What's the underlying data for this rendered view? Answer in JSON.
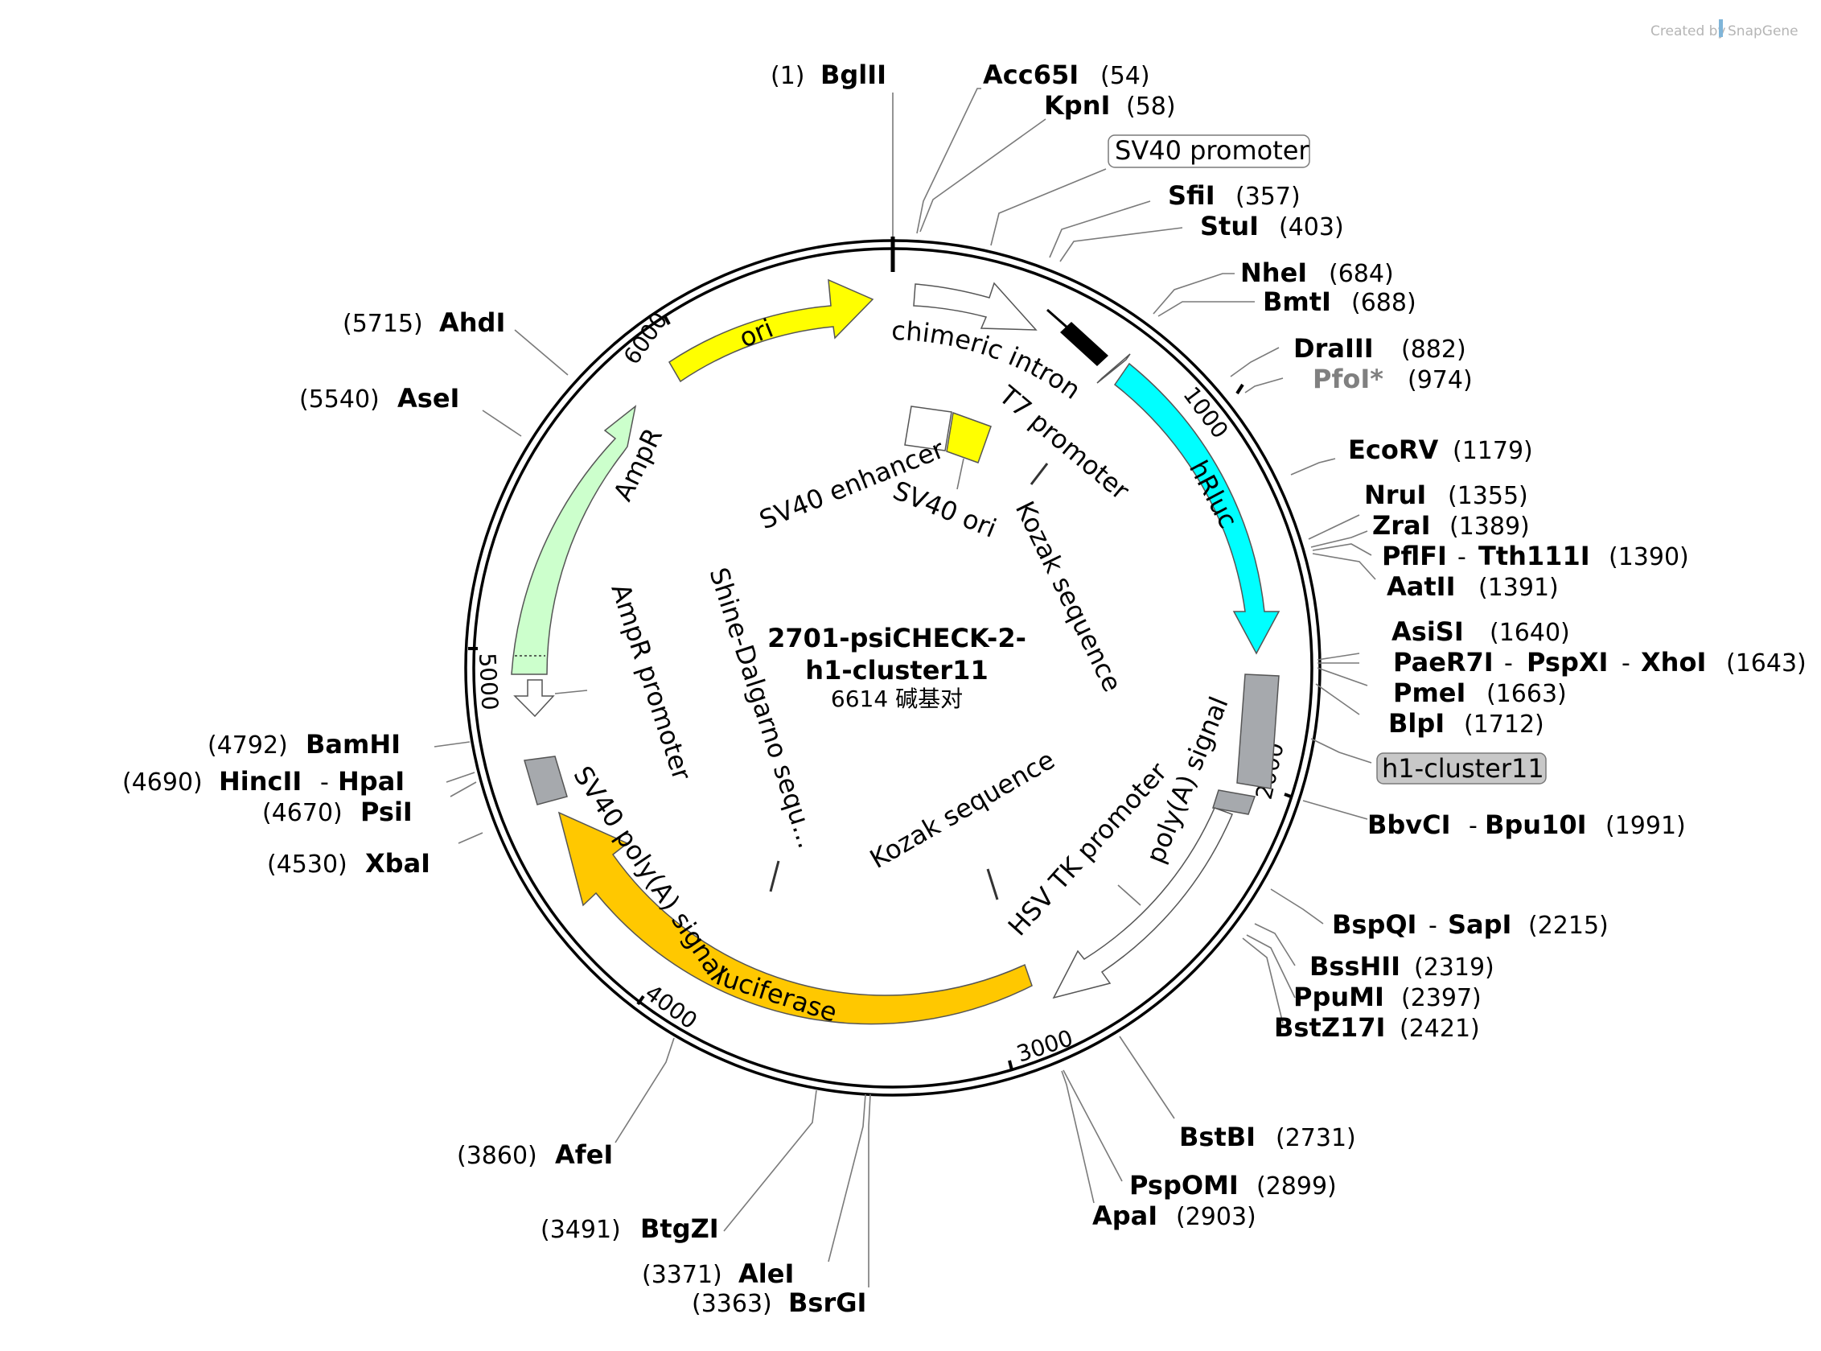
{
  "map": {
    "name_line1": "2701-psiCHECK-2-",
    "name_line2": "h1-cluster11",
    "size_label": "6614 碱基对",
    "total_bp": 6614
  },
  "watermark": {
    "created_by": "Created by",
    "brand": "SnapGene"
  },
  "ticks": [
    {
      "id": "tick-1000",
      "label": "1000"
    },
    {
      "id": "tick-2000",
      "label": "2000"
    },
    {
      "id": "tick-3000",
      "label": "3000"
    },
    {
      "id": "tick-4000",
      "label": "4000"
    },
    {
      "id": "tick-5000",
      "label": "5000"
    },
    {
      "id": "tick-6000",
      "label": "6000"
    }
  ],
  "features": {
    "ori": "ori",
    "chimeric_intron": "chimeric intron",
    "t7_promoter": "T7 promoter",
    "hrluc": "hRluc",
    "sv40_enhancer": "SV40 enhancer",
    "sv40_ori": "SV40 ori",
    "kozak_1": "Kozak sequence",
    "kozak_2": "Kozak sequence",
    "shine_dalgarno": "Shine-Dalgarno sequ...",
    "ampr": "AmpR",
    "ampr_promoter": "AmpR promoter",
    "sv40_polya": "SV40 poly(A) signal",
    "luciferase": "luciferase",
    "hsv_tk_promoter": "HSV TK promoter",
    "hsv_polya": "poly(A) signal"
  },
  "boxed_labels": {
    "sv40_promoter": "SV40 promoter",
    "h1_cluster11": "h1-cluster11"
  },
  "sites": [
    {
      "id": "bglII",
      "enzymes": [
        "BglII"
      ],
      "pos": "(1)"
    },
    {
      "id": "acc65I",
      "enzymes": [
        "Acc65I"
      ],
      "pos": "(54)"
    },
    {
      "id": "kpnI",
      "enzymes": [
        "KpnI"
      ],
      "pos": "(58)"
    },
    {
      "id": "sfiI",
      "enzymes": [
        "SfiI"
      ],
      "pos": "(357)"
    },
    {
      "id": "stuI",
      "enzymes": [
        "StuI"
      ],
      "pos": "(403)"
    },
    {
      "id": "nheI",
      "enzymes": [
        "NheI"
      ],
      "pos": "(684)"
    },
    {
      "id": "bmtI",
      "enzymes": [
        "BmtI"
      ],
      "pos": "(688)"
    },
    {
      "id": "draIII",
      "enzymes": [
        "DraIII"
      ],
      "pos": "(882)"
    },
    {
      "id": "pfoI",
      "enzymes": [
        "PfoI*"
      ],
      "pos": "(974)"
    },
    {
      "id": "ecoRV",
      "enzymes": [
        "EcoRV"
      ],
      "pos": "(1179)"
    },
    {
      "id": "nruI",
      "enzymes": [
        "NruI"
      ],
      "pos": "(1355)"
    },
    {
      "id": "zraI",
      "enzymes": [
        "ZraI"
      ],
      "pos": "(1389)"
    },
    {
      "id": "pflFI",
      "enzymes": [
        "PflFI",
        "Tth111I"
      ],
      "pos": "(1390)"
    },
    {
      "id": "aatII",
      "enzymes": [
        "AatII"
      ],
      "pos": "(1391)"
    },
    {
      "id": "asiSI",
      "enzymes": [
        "AsiSI"
      ],
      "pos": "(1640)"
    },
    {
      "id": "paeR7I",
      "enzymes": [
        "PaeR7I",
        "PspXI",
        "XhoI"
      ],
      "pos": "(1643)"
    },
    {
      "id": "pmeI",
      "enzymes": [
        "PmeI"
      ],
      "pos": "(1663)"
    },
    {
      "id": "blpI",
      "enzymes": [
        "BlpI"
      ],
      "pos": "(1712)"
    },
    {
      "id": "bbvCI",
      "enzymes": [
        "BbvCI",
        "Bpu10I"
      ],
      "pos": "(1991)"
    },
    {
      "id": "bspQI",
      "enzymes": [
        "BspQI",
        "SapI"
      ],
      "pos": "(2215)"
    },
    {
      "id": "bssHII",
      "enzymes": [
        "BssHII"
      ],
      "pos": "(2319)"
    },
    {
      "id": "ppuMI",
      "enzymes": [
        "PpuMI"
      ],
      "pos": "(2397)"
    },
    {
      "id": "bstZ17I",
      "enzymes": [
        "BstZ17I"
      ],
      "pos": "(2421)"
    },
    {
      "id": "bstBI",
      "enzymes": [
        "BstBI"
      ],
      "pos": "(2731)"
    },
    {
      "id": "pspOMI",
      "enzymes": [
        "PspOMI"
      ],
      "pos": "(2899)"
    },
    {
      "id": "apaI",
      "enzymes": [
        "ApaI"
      ],
      "pos": "(2903)"
    },
    {
      "id": "bsrGI",
      "enzymes": [
        "BsrGI"
      ],
      "pos": "(3363)"
    },
    {
      "id": "aleI",
      "enzymes": [
        "AleI"
      ],
      "pos": "(3371)"
    },
    {
      "id": "btgZI",
      "enzymes": [
        "BtgZI"
      ],
      "pos": "(3491)"
    },
    {
      "id": "afeI",
      "enzymes": [
        "AfeI"
      ],
      "pos": "(3860)"
    },
    {
      "id": "xbaI",
      "enzymes": [
        "XbaI"
      ],
      "pos": "(4530)"
    },
    {
      "id": "psiI",
      "enzymes": [
        "PsiI"
      ],
      "pos": "(4670)"
    },
    {
      "id": "hincII",
      "enzymes": [
        "HincII",
        "HpaI"
      ],
      "pos": "(4690)"
    },
    {
      "id": "bamHI",
      "enzymes": [
        "BamHI"
      ],
      "pos": "(4792)"
    },
    {
      "id": "aseI",
      "enzymes": [
        "AseI"
      ],
      "pos": "(5540)"
    },
    {
      "id": "ahdI",
      "enzymes": [
        "AhdI"
      ],
      "pos": "(5715)"
    }
  ],
  "colors": {
    "ori": "#ffff00",
    "hrluc": "#00ffff",
    "luciferase": "#ffc800",
    "ampr": "#ccffcc",
    "sv40_ori": "#ffff00",
    "gray_feature": "#a6a9ad",
    "intron_fill": "#ffffff",
    "pfoI_text": "#808080",
    "h1_box": "#c8c8c8"
  }
}
